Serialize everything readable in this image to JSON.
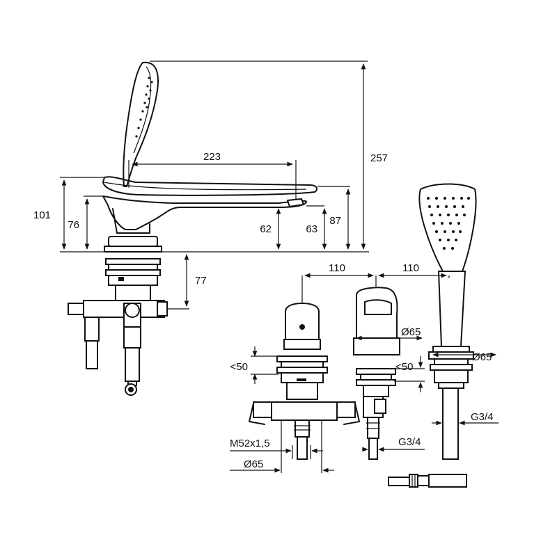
{
  "colors": {
    "ink": "#111111",
    "paper": "#ffffff"
  },
  "dimensions": {
    "height_total": "257",
    "reach": "223",
    "height_101": "101",
    "height_76": "76",
    "height_62": "62",
    "height_63": "63",
    "height_87": "87",
    "depth_77": "77",
    "spacing_left": "110",
    "spacing_right": "110",
    "diameter_handle": "Ø65",
    "diameter_holder": "Ø65",
    "diameter_valve": "Ø65",
    "deck_left": "<50",
    "deck_right": "<50",
    "thread_valve": "M52x1,5",
    "thread_right": "G3/4",
    "thread_middle": "G3/4"
  }
}
